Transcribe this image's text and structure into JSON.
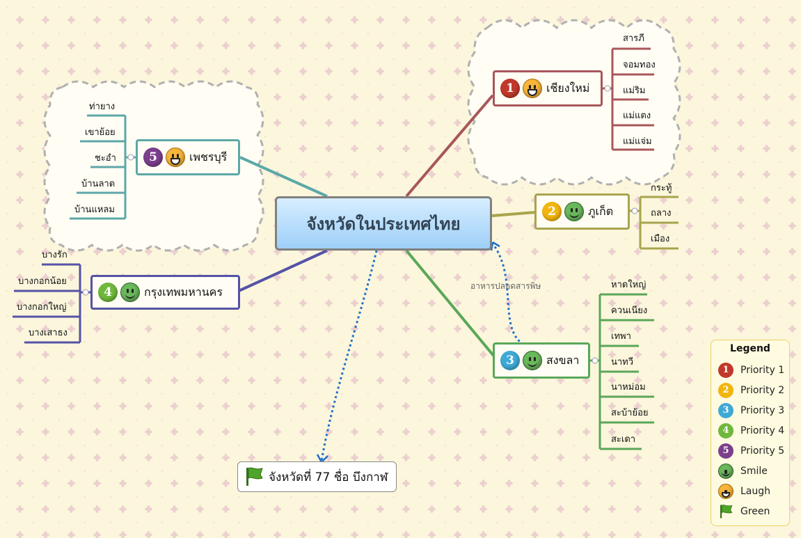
{
  "root": {
    "label": "จังหวัดในประเทศไทย"
  },
  "branches": {
    "chiangmai": {
      "priority": "1",
      "label": "เชียงใหม่",
      "color": "#a8565a",
      "leaves": [
        "สารภี",
        "จอมทอง",
        "แม่ริม",
        "แม่แตง",
        "แม่แจ่ม"
      ]
    },
    "phuket": {
      "priority": "2",
      "label": "ภูเก็ต",
      "color": "#a8a44c",
      "leaves": [
        "กระทู้",
        "ถลาง",
        "เมือง"
      ]
    },
    "songkhla": {
      "priority": "3",
      "label": "สงขลา",
      "color": "#5aa758",
      "leaves": [
        "หาดใหญ่",
        "ควนเนียง",
        "เทพา",
        "นาทวี",
        "นาหม่อม",
        "สะบ้าย้อย",
        "สะเดา"
      ]
    },
    "bangkok": {
      "priority": "4",
      "label": "กรุงเทพมหานคร",
      "color": "#5452a6",
      "leaves": [
        "บางรัก",
        "บางกอกน้อย",
        "บางกอกใหญ่",
        "บางเสาธง"
      ]
    },
    "phetchaburi": {
      "priority": "5",
      "label": "เพชรบุรี",
      "color": "#5ca8a8",
      "leaves": [
        "ท่ายาง",
        "เขาย้อย",
        "ชะอำ",
        "บ้านลาด",
        "บ้านแหลม"
      ]
    }
  },
  "relationship": {
    "label": "อาหารปลอดสารพิษ"
  },
  "callout": {
    "label": "จังหวัดที่ 77 ชื่อ บึงกาฬ",
    "icon": "green-flag-icon"
  },
  "priority_colors": {
    "1": "#c0392b",
    "2": "#f2b50f",
    "3": "#3fa9d6",
    "4": "#6fb83b",
    "5": "#7b3f8c"
  },
  "legend": {
    "title": "Legend",
    "items": [
      {
        "label": "Priority 1",
        "icon": "priority-1-icon"
      },
      {
        "label": "Priority 2",
        "icon": "priority-2-icon"
      },
      {
        "label": "Priority 3",
        "icon": "priority-3-icon"
      },
      {
        "label": "Priority 4",
        "icon": "priority-4-icon"
      },
      {
        "label": "Priority 5",
        "icon": "priority-5-icon"
      },
      {
        "label": "Smile",
        "icon": "smile-icon"
      },
      {
        "label": "Laugh",
        "icon": "laugh-icon"
      },
      {
        "label": "Green",
        "icon": "green-flag-icon"
      }
    ]
  }
}
